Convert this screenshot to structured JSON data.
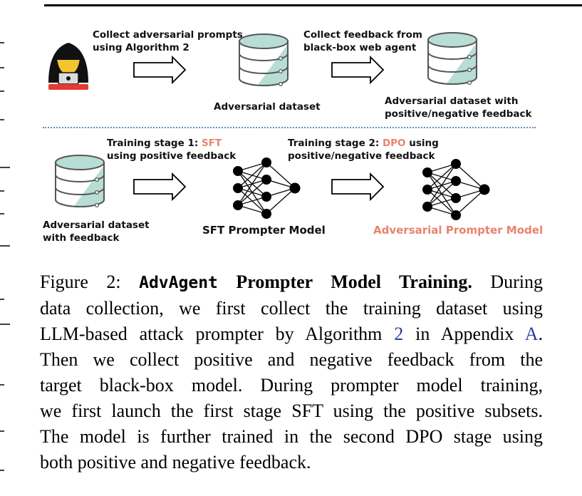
{
  "figure": {
    "top_row": {
      "arrow1_label": [
        "Collect adversarial prompts",
        "using Algorithm 2"
      ],
      "arrow2_label": [
        "Collect feedback from",
        "black-box web agent"
      ],
      "dataset_label": "Adversarial dataset",
      "feedback_dataset_label": [
        "Adversarial dataset with",
        "positive/negative feedback"
      ]
    },
    "bottom_row": {
      "stage1_prefix": "Training stage 1: ",
      "stage1_method": "SFT",
      "stage1_line2": "using positive feedback",
      "stage2_prefix": "Training stage 2: ",
      "stage2_method": "DPO",
      "stage2_suffix": " using",
      "stage2_line2": "positive/negative feedback",
      "dataset_label": [
        "Adversarial dataset",
        "with feedback"
      ],
      "sft_model_label": "SFT Prompter Model",
      "adv_model_label": "Adversarial Prompter Model"
    }
  },
  "caption": {
    "prefix": "Figure 2: ",
    "name": "AdvAgent",
    "title": " Prompter Model Training.",
    "line1_tail": " During",
    "line2": "data collection, we first collect the training dataset using",
    "line3_a": "LLM-based attack prompter by Algorithm ",
    "line3_ref1": "2",
    "line3_b": " in Appendix ",
    "line3_ref2": "A",
    "line3_c": ".",
    "line4": "Then we collect positive and negative feedback from the",
    "line5": "target black-box model. During prompter model training,",
    "line6": "we first launch the first stage SFT using the positive subsets.",
    "line7": "The model is further trained in the second DPO stage using",
    "line8": "both positive and negative feedback."
  },
  "colors": {
    "accent": "#e8836e",
    "link": "#2a3fa0",
    "db_fill": "#b7ddd4",
    "separator": "#5b8fc4",
    "hacker_bar": "#e53935"
  },
  "icons": [
    "hacker-icon",
    "database-icon",
    "arrow-icon",
    "neural-network-icon"
  ]
}
